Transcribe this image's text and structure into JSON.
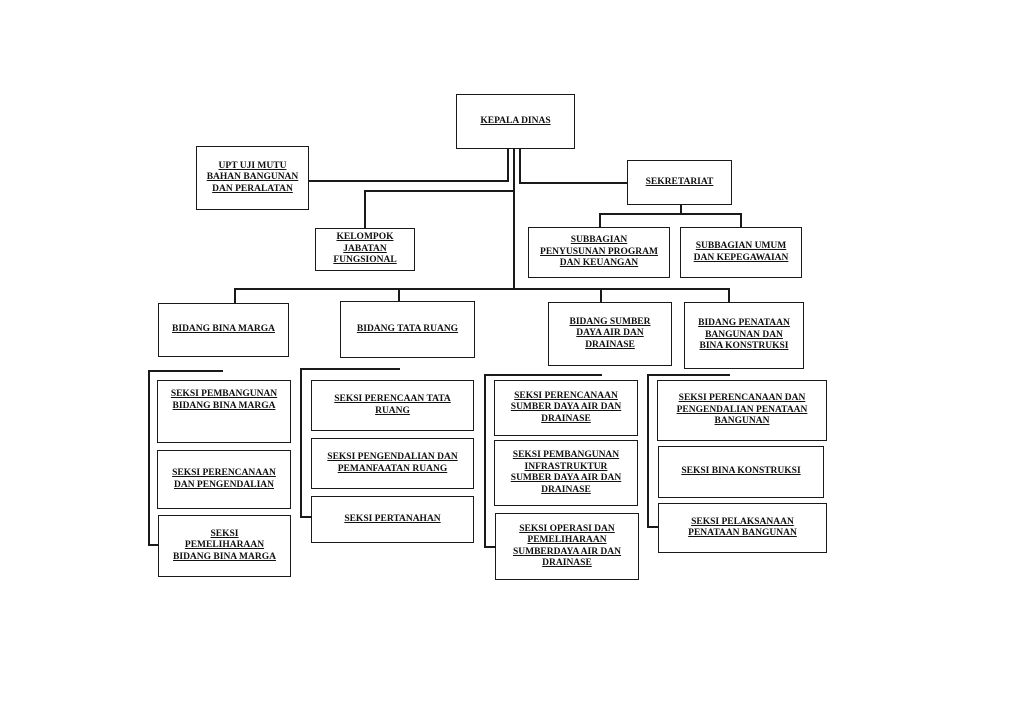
{
  "org_chart": {
    "kepala_dinas": "KEPALA DINAS",
    "upt": "UPT UJI MUTU\nBAHAN BANGUNAN\nDAN PERALATAN",
    "sekretariat": "SEKRETARIAT",
    "kelompok": "KELOMPOK\nJABATAN\nFUNGSIONAL",
    "subbagian_program": "SUBBAGIAN\nPENYUSUNAN PROGRAM\nDAN KEUANGAN",
    "subbagian_umum": "SUBBAGIAN  UMUM\nDAN KEPEGAWAIAN",
    "bidang_bina_marga": {
      "title": "BIDANG BINA MARGA",
      "seksi": [
        "SEKSI PEMBANGUNAN\nBIDANG BINA MARGA",
        "SEKSI PERENCANAAN\nDAN PENGENDALIAN",
        "SEKSI\nPEMELIHARAAN\nBIDANG BINA MARGA"
      ]
    },
    "bidang_tata_ruang": {
      "title": "BIDANG TATA RUANG",
      "seksi": [
        "SEKSI PERENCAAN TATA\nRUANG",
        "SEKSI PENGENDALIAN DAN\nPEMANFAATAN  RUANG",
        "SEKSI PERTANAHAN"
      ]
    },
    "bidang_sumber_daya_air": {
      "title": "BIDANG SUMBER\nDAYA AIR DAN\nDRAINASE",
      "seksi": [
        "SEKSI PERENCANAAN\nSUMBER DAYA AIR DAN\nDRAINASE",
        "SEKSI PEMBANGUNAN\nINFRASTRUKTUR\nSUMBER DAYA AIR DAN\nDRAINASE",
        "SEKSI OPERASI DAN\nPEMELIHARAAN\nSUMBERDAYA AIR DAN\nDRAINASE"
      ]
    },
    "bidang_penataan_bangunan": {
      "title": "BIDANG PENATAAN\nBANGUNAN DAN\nBINA KONSTRUKSI",
      "seksi": [
        "SEKSI PERENCANAAN DAN\nPENGENDALIAN  PENATAAN\nBANGUNAN",
        "SEKSI  BINA KONSTRUKSI",
        "SEKSI PELAKSANAAN\nPENATAAN BANGUNAN"
      ]
    }
  }
}
